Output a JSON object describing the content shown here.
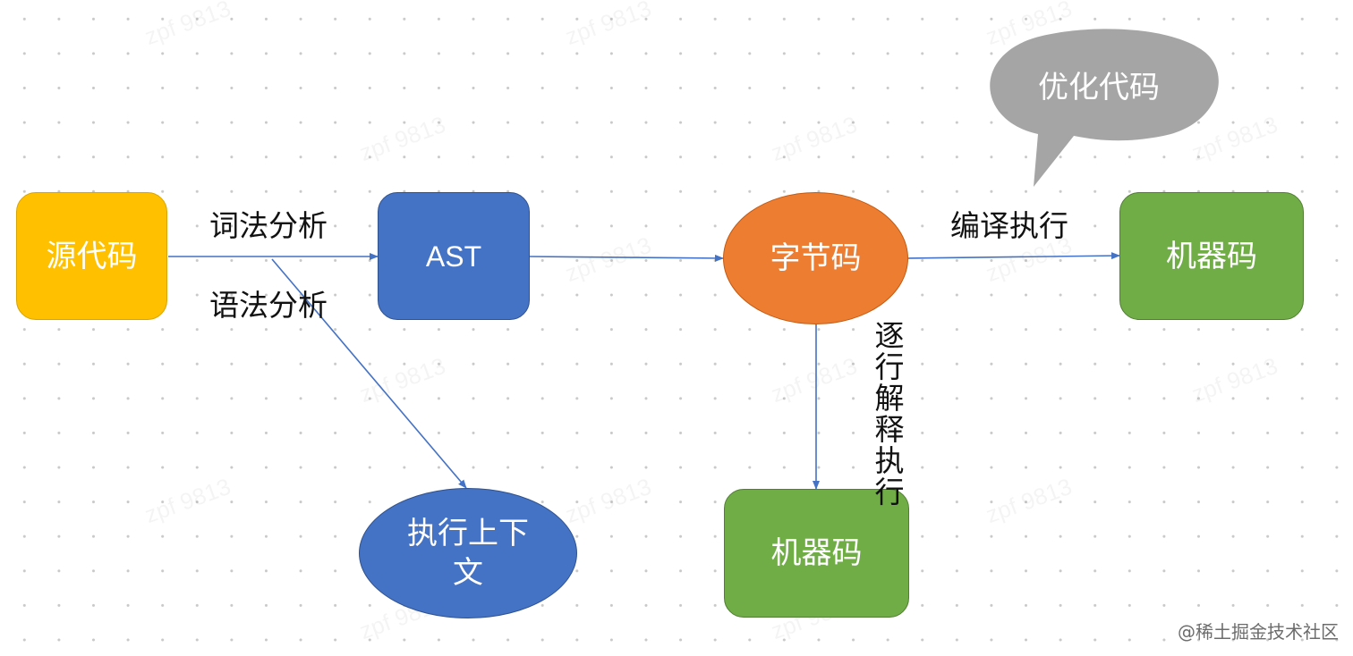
{
  "watermark": "zpf 9813",
  "colors": {
    "source": "#FFC000",
    "ast": "#4472C4",
    "bytecode": "#ED7D31",
    "machine": "#70AD47",
    "context": "#4472C4",
    "bubble": "#A5A5A5",
    "edge": "#4472C4"
  },
  "nodes": {
    "source_code": "源代码",
    "ast": "AST",
    "bytecode": "字节码",
    "machine_code_right": "机器码",
    "machine_code_bottom": "机器码",
    "execution_context": "执行上下文",
    "optimize_bubble": "优化代码"
  },
  "edge_labels": {
    "lexical_analysis": "词法分析",
    "syntax_analysis": "语法分析",
    "compile_execute": "编译执行",
    "interpret_line_by_line": "逐行解释执行"
  },
  "footer": "@稀土掘金技术社区"
}
